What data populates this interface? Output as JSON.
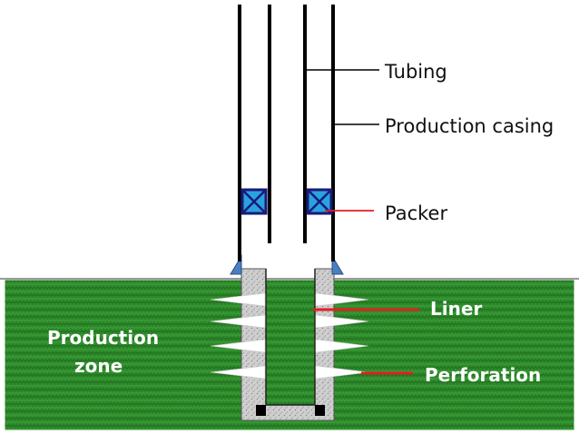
{
  "labels": {
    "tubing": "Tubing",
    "production_casing": "Production casing",
    "packer": "Packer",
    "liner": "Liner",
    "perforation": "Perforation",
    "production_zone_line1": "Production",
    "production_zone_line2": "zone"
  },
  "colors": {
    "formation": "#2e8a2b",
    "cement": "#c9c9c9",
    "packer_fill": "#29a3df",
    "packer_stroke": "#1a1a7a",
    "casing_shoe": "#4a7fc0",
    "pipe": "#000000",
    "pointer_red": "#e02020",
    "label_white": "#ffffff"
  }
}
